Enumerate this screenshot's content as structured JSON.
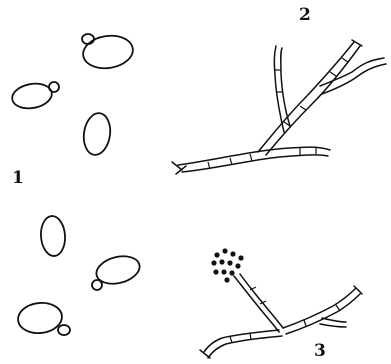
{
  "labels": {
    "one": "1",
    "two": "2",
    "three": "3"
  },
  "colors": {
    "ink": "#111111",
    "background": "#ffffff"
  }
}
